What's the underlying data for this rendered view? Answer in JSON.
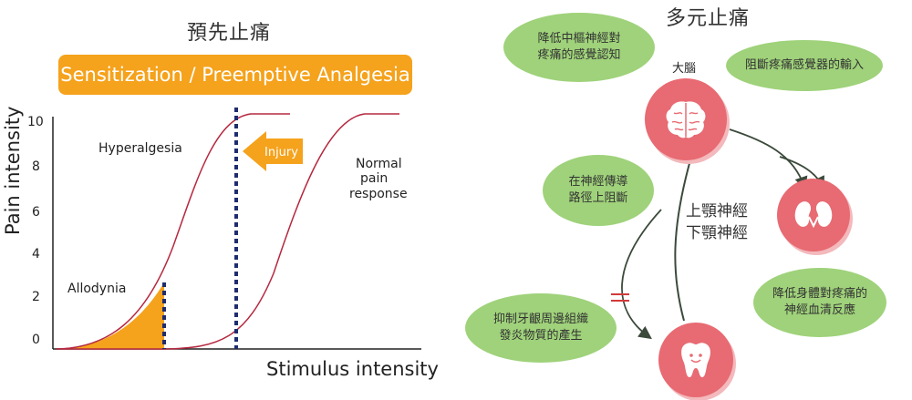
{
  "left": {
    "title": "預先止痛",
    "banner": "Sensitization / Preemptive Analgesia",
    "y_axis_label": "Pain intensity",
    "x_axis_label": "Stimulus intensity",
    "y_ticks": [
      "0",
      "2",
      "4",
      "6",
      "8",
      "10"
    ],
    "labels": {
      "hyperalgesia": "Hyperalgesia",
      "allodynia": "Allodynia",
      "injury": "Injury",
      "normal_line1": "Normal",
      "normal_line2": "pain",
      "normal_line3": "response"
    },
    "colors": {
      "curve": "#b5283f",
      "fill": "#f5a21c",
      "dash": "#1f2c6e",
      "arrow": "#f5a21c"
    }
  },
  "right": {
    "title": "多元止痛",
    "brain_label": "大腦",
    "nerve_line1": "上顎神經",
    "nerve_line2": "下顎神經",
    "bubbles": {
      "central_1": "降低中樞神經對",
      "central_2": "疼痛的感覺認知",
      "receptor": "阻斷疼痛感覺器的輸入",
      "conduct_1": "在神經傳導",
      "conduct_2": "路徑上阻斷",
      "inflam_1": "抑制牙齦周邊組織",
      "inflam_2": "發炎物質的產生",
      "serum_1": "降低身體對疼痛的",
      "serum_2": "神經血清反應"
    },
    "icons": {
      "brain": "brain-icon",
      "kidney": "kidney-icon",
      "tooth": "tooth-icon"
    },
    "colors": {
      "bubble": "#9fd27a",
      "node": "#e86a72",
      "arrow": "#3b4a3b"
    }
  }
}
